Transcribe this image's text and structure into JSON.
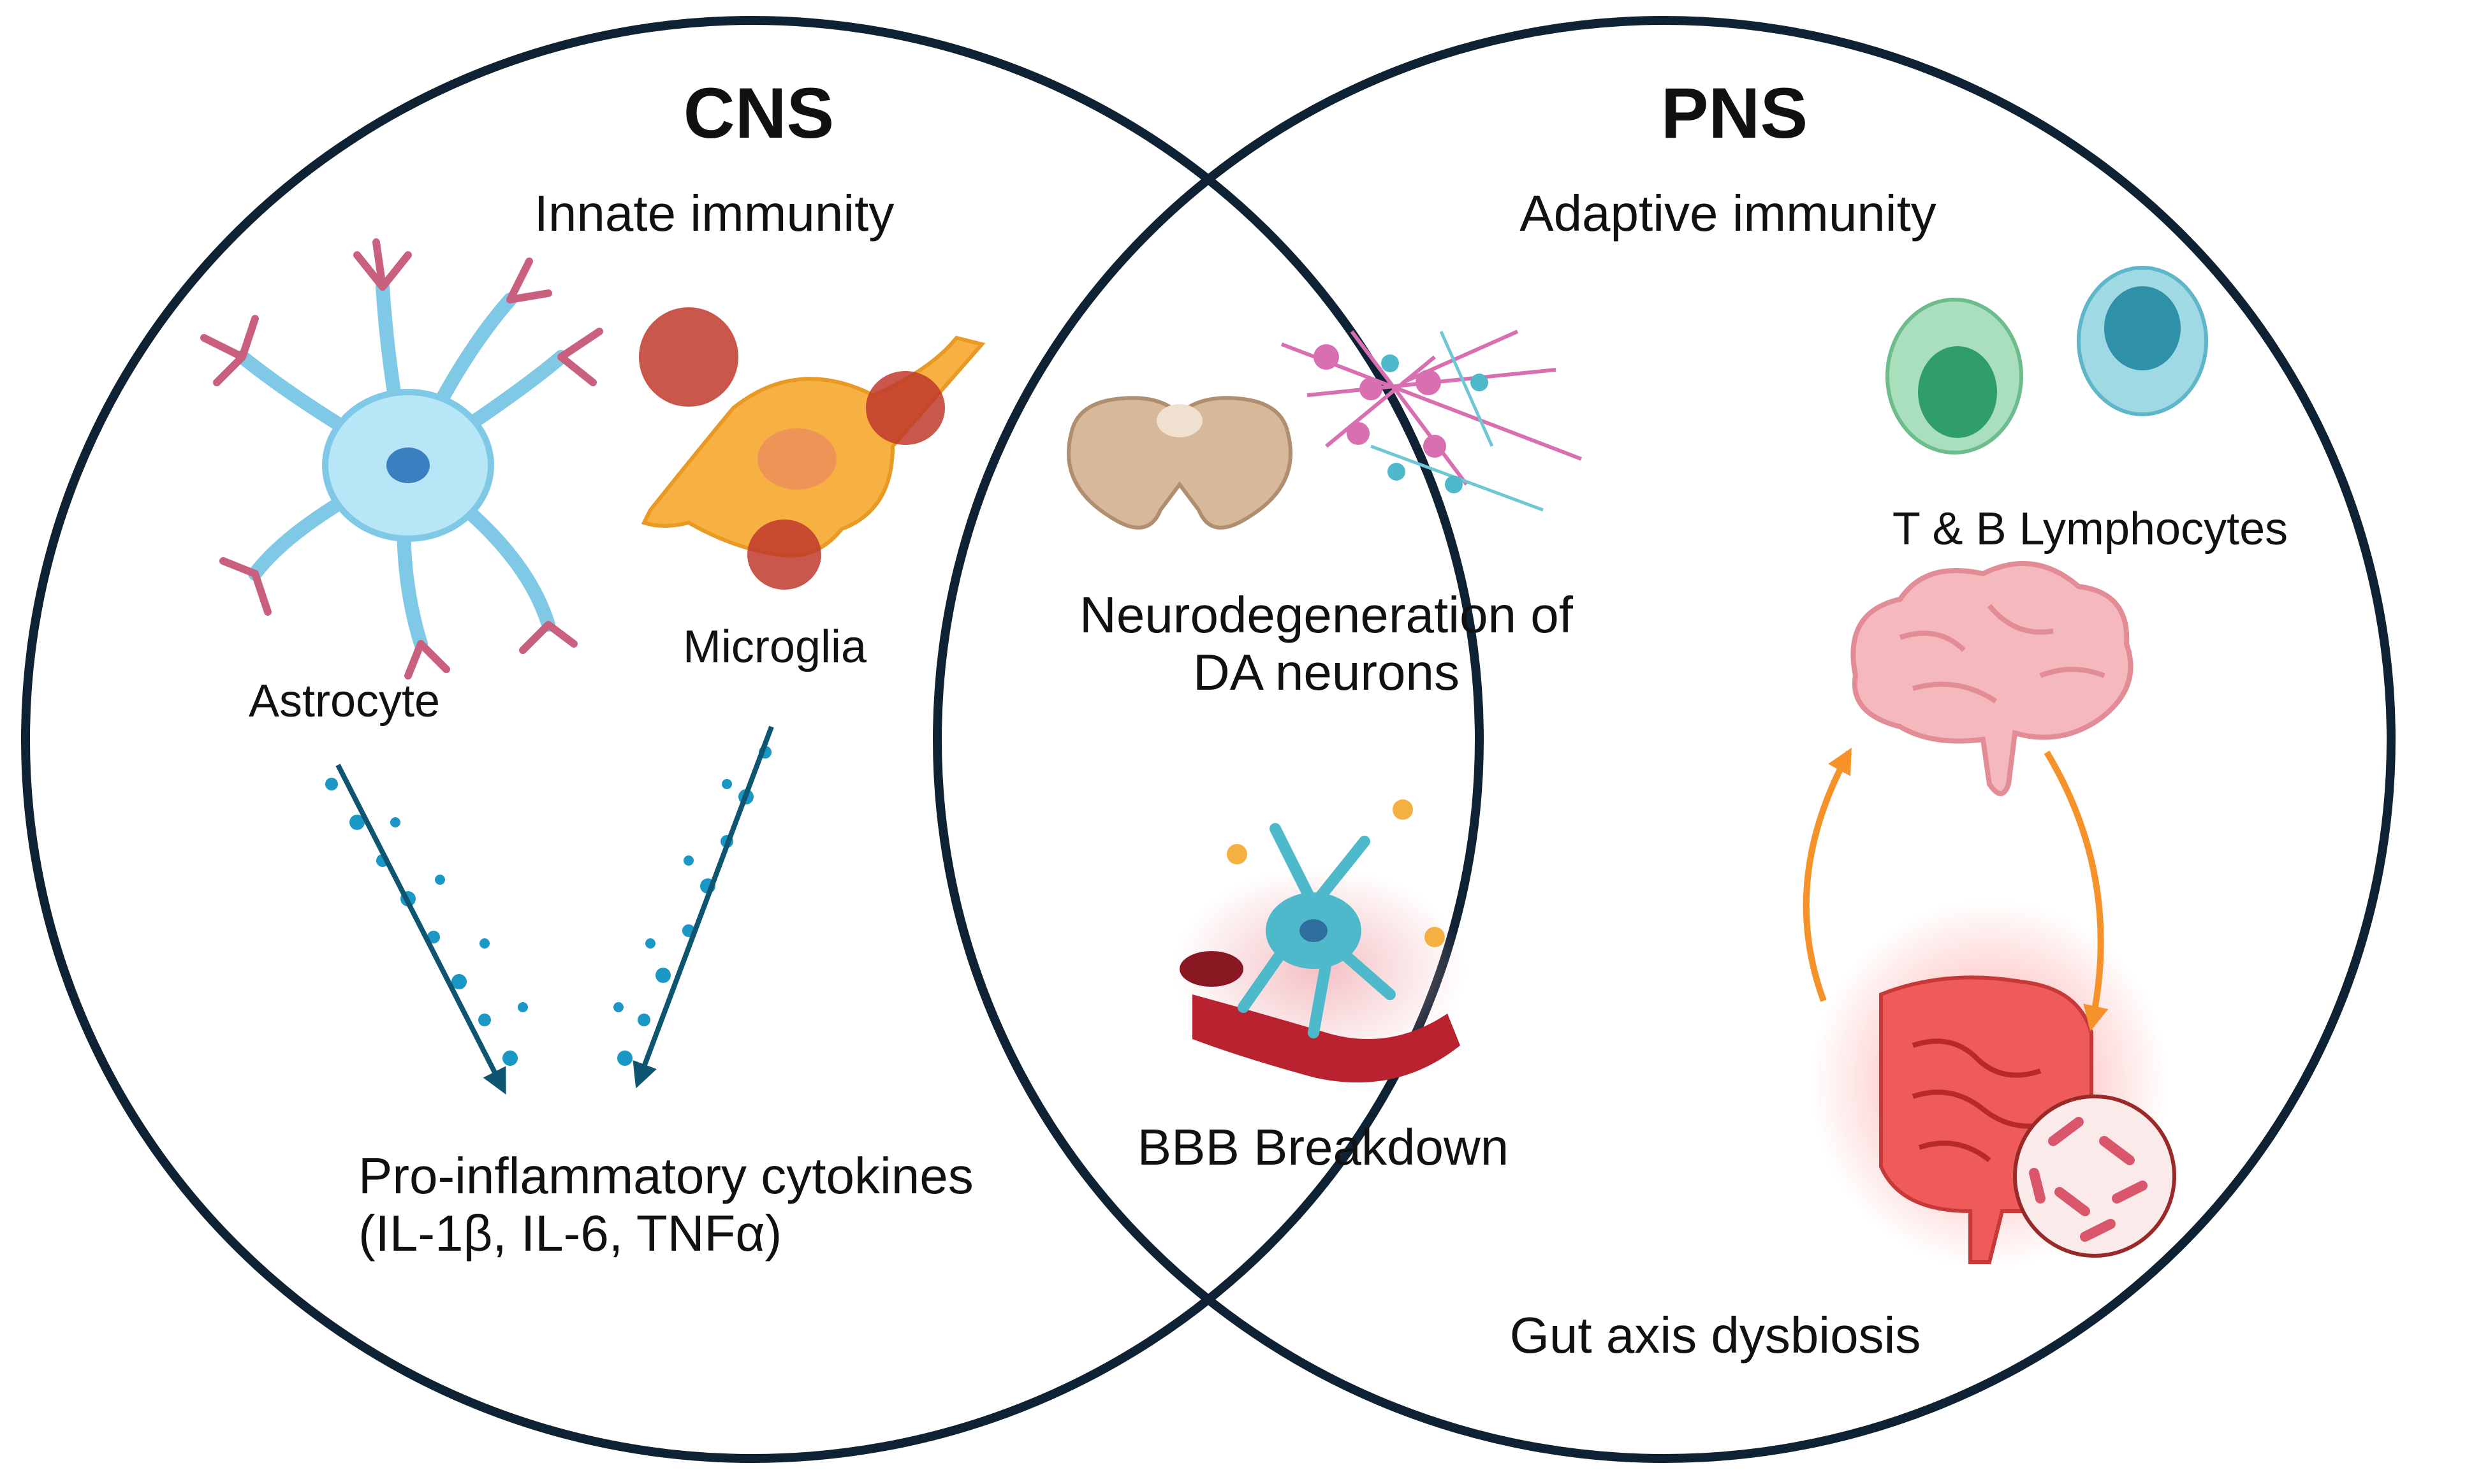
{
  "left_circle": {
    "title": "CNS",
    "subtitle": "Innate immunity",
    "astrocyte_label": "Astrocyte",
    "microglia_label": "Microglia",
    "cytokines_line1": "Pro-inflammatory cytokines",
    "cytokines_line2": "(IL-1β, IL-6, TNFα)"
  },
  "right_circle": {
    "title": "PNS",
    "subtitle": "Adaptive immunity",
    "lymphocytes_label": "T & B Lymphocytes",
    "gut_label": "Gut axis dysbiosis"
  },
  "overlap": {
    "neuro_line1": "Neurodegeneration of",
    "neuro_line2": "DA neurons",
    "bbb_label": "BBB Breakdown"
  },
  "colors": {
    "circle_stroke": "#0f2233",
    "astrocyte": "#b7e6f7",
    "microglia": "#f7b042",
    "amyloid": "#c0392b",
    "cytokine": "#1a97c4",
    "arrow": "#0d5571",
    "t_cell": "#8fd3a6",
    "b_cell": "#7fcfdc",
    "brain": "#f4b8bd",
    "gut": "#ef5a5a",
    "cycle_arrow": "#f5922a"
  }
}
